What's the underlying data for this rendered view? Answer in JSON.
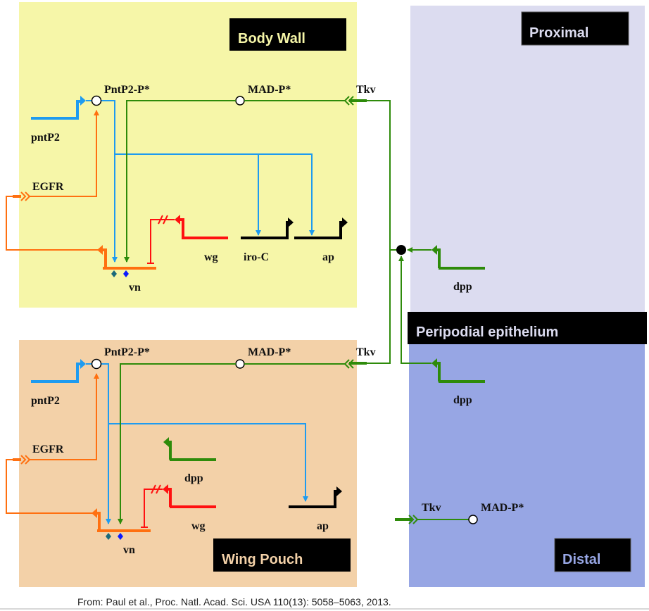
{
  "colors": {
    "body_wall_bg": "#f6f6a8",
    "wing_pouch_bg": "#f3d1a8",
    "proximal_bg": "#dcdcf0",
    "distal_bg": "#97a6e4",
    "label_box": "#000000",
    "body_wall_text": "#f6f6a8",
    "wing_pouch_text": "#f3d1a8",
    "proximal_text": "#dcdcf0",
    "distal_text": "#97a6e4",
    "blue": "#1e9bf0",
    "green": "#2e8b0a",
    "orange": "#ff7010",
    "red": "#ff1010",
    "black": "#000000"
  },
  "regions": {
    "body_wall": "Body Wall",
    "wing_pouch": "Wing Pouch",
    "proximal": "Proximal",
    "peripodial": "Peripodial epithelium",
    "distal": "Distal"
  },
  "body_wall": {
    "pntp2_p": "PntP2-P*",
    "mad_p": "MAD-P*",
    "tkv": "Tkv",
    "pntp2": "pntP2",
    "egfr": "EGFR",
    "wg": "wg",
    "iro_c": "iro-C",
    "ap": "ap",
    "vn": "vn"
  },
  "wing_pouch": {
    "pntp2_p": "PntP2-P*",
    "mad_p": "MAD-P*",
    "tkv": "Tkv",
    "pntp2": "pntP2",
    "egfr": "EGFR",
    "dpp": "dpp",
    "wg": "wg",
    "ap": "ap",
    "vn": "vn"
  },
  "peripodial": {
    "dpp_proximal": "dpp",
    "dpp_distal": "dpp"
  },
  "distal": {
    "tkv": "Tkv",
    "mad_p": "MAD-P*"
  },
  "caption": "From: Paul et al., Proc. Natl. Acad. Sci. USA 110(13): 5058–5063, 2013."
}
